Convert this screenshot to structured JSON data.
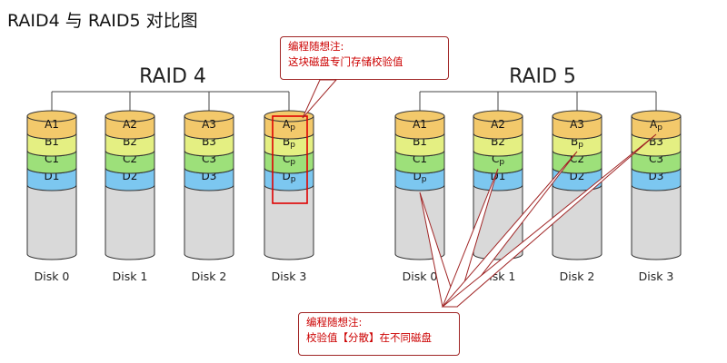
{
  "title": "RAID4 与 RAID5 对比图",
  "raid4": {
    "label": "RAID 4",
    "disks": [
      {
        "name": "Disk 0",
        "blocks": [
          {
            "base": "A",
            "sub": "1",
            "stripe": "A"
          },
          {
            "base": "B",
            "sub": "1",
            "stripe": "B"
          },
          {
            "base": "C",
            "sub": "1",
            "stripe": "C"
          },
          {
            "base": "D",
            "sub": "1",
            "stripe": "D"
          }
        ]
      },
      {
        "name": "Disk 1",
        "blocks": [
          {
            "base": "A",
            "sub": "2",
            "stripe": "A"
          },
          {
            "base": "B",
            "sub": "2",
            "stripe": "B"
          },
          {
            "base": "C",
            "sub": "2",
            "stripe": "C"
          },
          {
            "base": "D",
            "sub": "2",
            "stripe": "D"
          }
        ]
      },
      {
        "name": "Disk 2",
        "blocks": [
          {
            "base": "A",
            "sub": "3",
            "stripe": "A"
          },
          {
            "base": "B",
            "sub": "3",
            "stripe": "B"
          },
          {
            "base": "C",
            "sub": "3",
            "stripe": "C"
          },
          {
            "base": "D",
            "sub": "3",
            "stripe": "D"
          }
        ]
      },
      {
        "name": "Disk 3",
        "blocks": [
          {
            "base": "A",
            "sub": "p",
            "stripe": "A"
          },
          {
            "base": "B",
            "sub": "p",
            "stripe": "B"
          },
          {
            "base": "C",
            "sub": "p",
            "stripe": "C"
          },
          {
            "base": "D",
            "sub": "p",
            "stripe": "D"
          }
        ]
      }
    ]
  },
  "raid5": {
    "label": "RAID 5",
    "disks": [
      {
        "name": "Disk 0",
        "blocks": [
          {
            "base": "A",
            "sub": "1",
            "stripe": "A"
          },
          {
            "base": "B",
            "sub": "1",
            "stripe": "B"
          },
          {
            "base": "C",
            "sub": "1",
            "stripe": "C"
          },
          {
            "base": "D",
            "sub": "p",
            "stripe": "D"
          }
        ]
      },
      {
        "name": "Disk 1",
        "blocks": [
          {
            "base": "A",
            "sub": "2",
            "stripe": "A"
          },
          {
            "base": "B",
            "sub": "2",
            "stripe": "B"
          },
          {
            "base": "C",
            "sub": "p",
            "stripe": "C"
          },
          {
            "base": "D",
            "sub": "1",
            "stripe": "D"
          }
        ]
      },
      {
        "name": "Disk 2",
        "blocks": [
          {
            "base": "A",
            "sub": "3",
            "stripe": "A"
          },
          {
            "base": "B",
            "sub": "p",
            "stripe": "B"
          },
          {
            "base": "C",
            "sub": "2",
            "stripe": "C"
          },
          {
            "base": "D",
            "sub": "2",
            "stripe": "D"
          }
        ]
      },
      {
        "name": "Disk 3",
        "blocks": [
          {
            "base": "A",
            "sub": "p",
            "stripe": "A"
          },
          {
            "base": "B",
            "sub": "3",
            "stripe": "B"
          },
          {
            "base": "C",
            "sub": "3",
            "stripe": "C"
          },
          {
            "base": "D",
            "sub": "3",
            "stripe": "D"
          }
        ]
      }
    ]
  },
  "stripe_colors": {
    "A": "#f3c96b",
    "B": "#e4ef82",
    "C": "#9de07a",
    "D": "#7cc7f0"
  },
  "disk_body_color": "#d9d9d9",
  "highlight_color": "#e00000",
  "notes": {
    "top": {
      "line1": "编程随想注:",
      "line2": "这块磁盘专门存储校验值"
    },
    "bottom": {
      "line1": "编程随想注:",
      "line2": "校验值【分散】在不同磁盘"
    }
  }
}
